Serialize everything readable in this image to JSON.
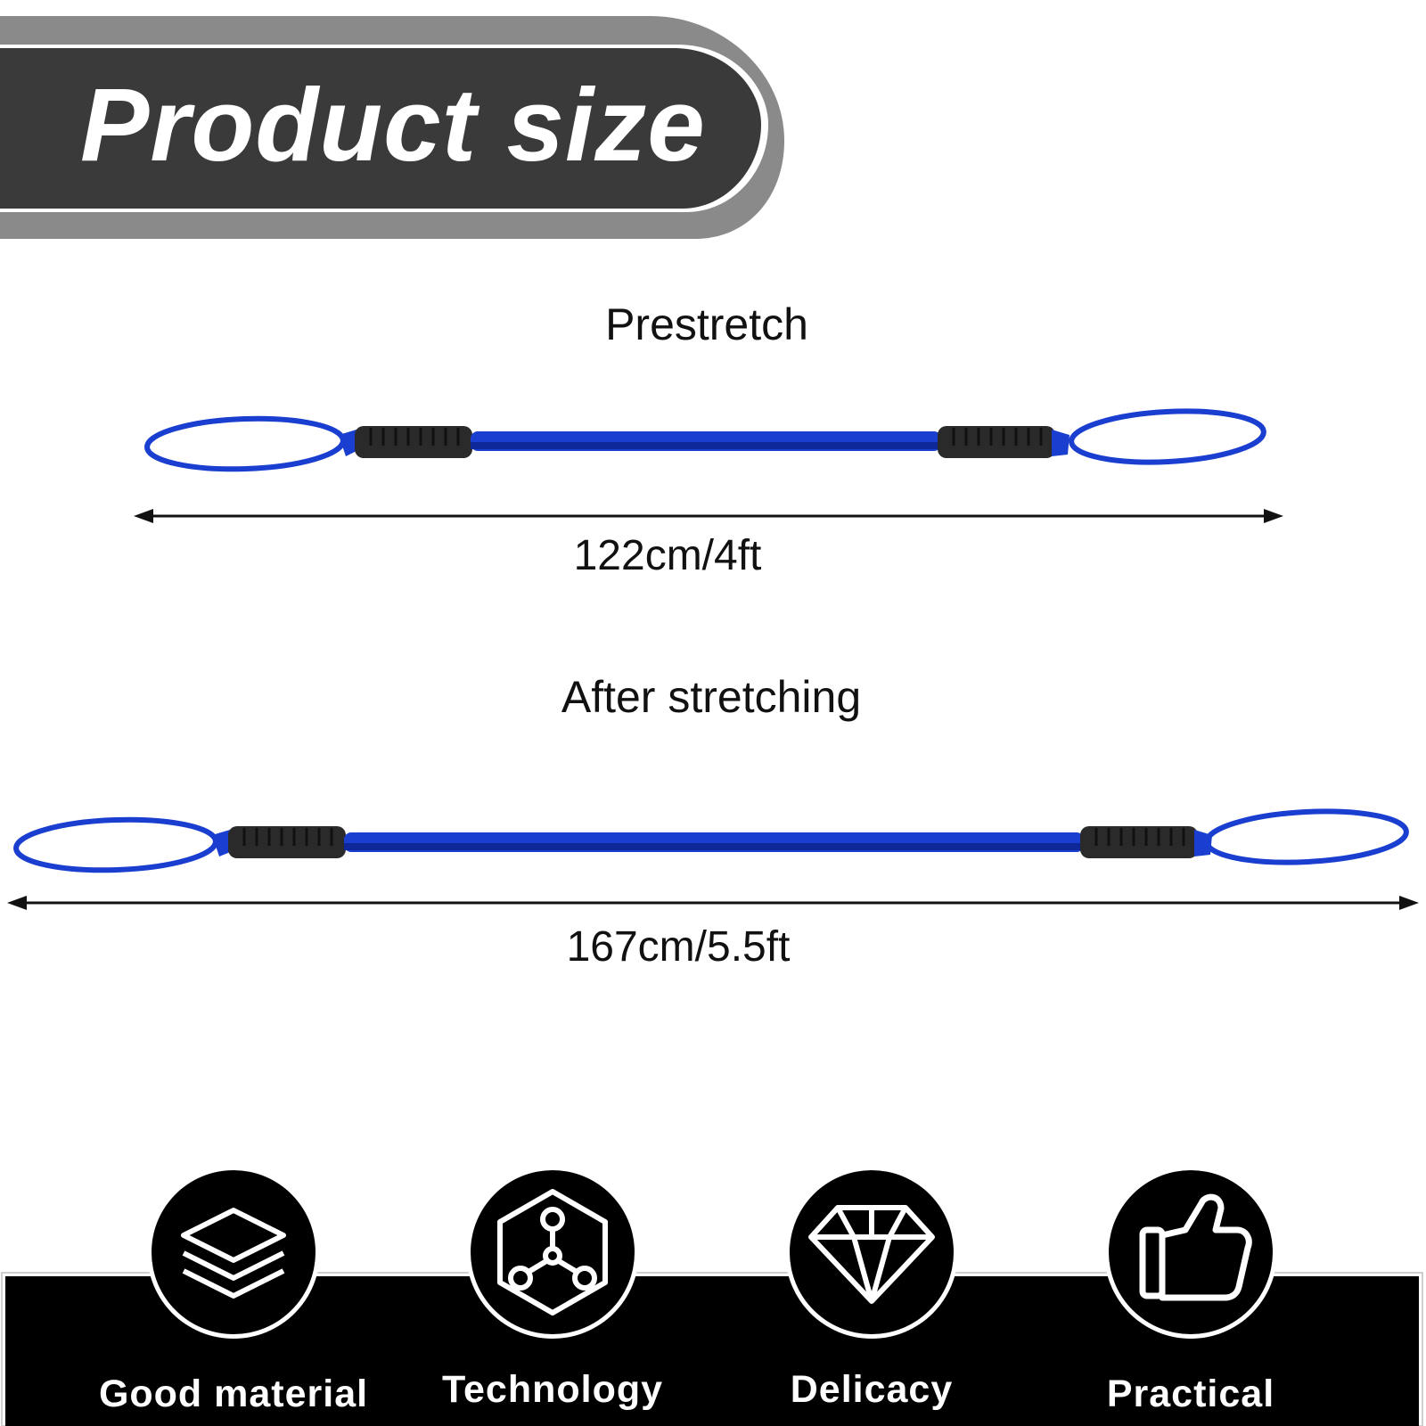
{
  "banner": {
    "title": "Product size",
    "colors": {
      "outer": "#8a8a8a",
      "inner": "#3a3a3a",
      "text": "#ffffff"
    }
  },
  "rope": {
    "colors": {
      "cord": "#1a3fd0",
      "cord_dark": "#0e2799",
      "grip": "#2a2a2a"
    }
  },
  "sections": {
    "prestretch": {
      "label": "Prestretch",
      "measure": "122cm/4ft"
    },
    "stretched": {
      "label": "After stretching",
      "measure": "167cm/5.5ft"
    }
  },
  "features": [
    {
      "label": "Good material",
      "icon": "layers-icon"
    },
    {
      "label": "Technology",
      "icon": "molecule-hexagon-icon"
    },
    {
      "label": "Delicacy",
      "icon": "diamond-icon"
    },
    {
      "label": "Practical",
      "icon": "thumbs-up-icon"
    }
  ],
  "footer": {
    "color": "#000000"
  }
}
